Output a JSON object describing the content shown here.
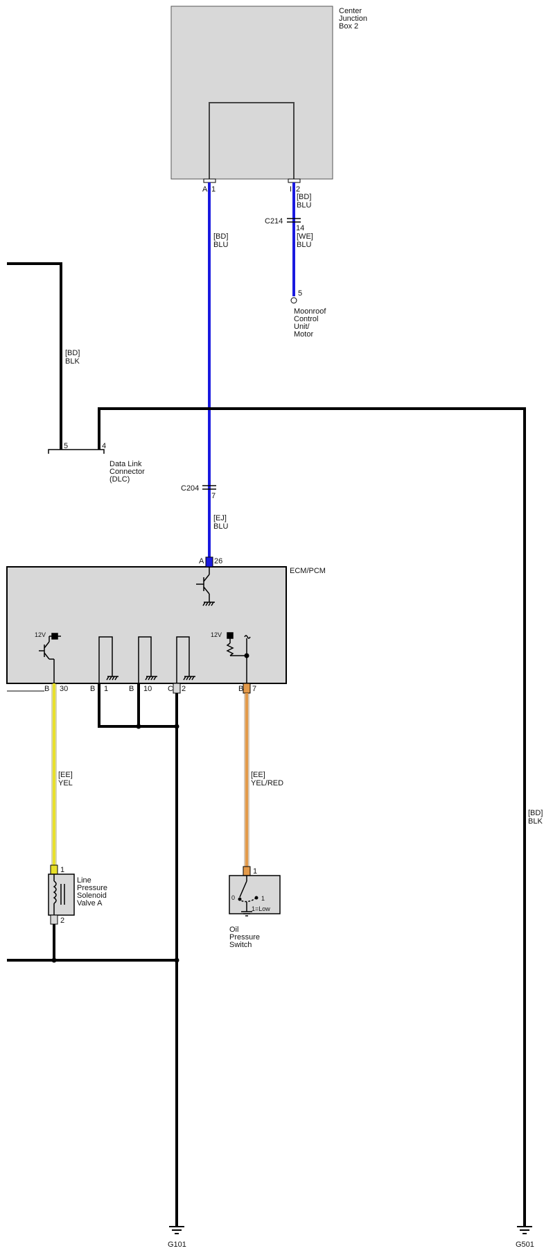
{
  "components": {
    "cjb": [
      "Center",
      "Junction",
      "Box 2"
    ],
    "ecm": "ECM/PCM",
    "dlc": [
      "Data Link",
      "Connector",
      "(DLC)"
    ],
    "moonroof": [
      "Moonroof",
      "Control",
      "Unit/",
      "Motor"
    ],
    "lps": [
      "Line",
      "Pressure",
      "Solenoid",
      "Valve A"
    ],
    "ops": [
      "Oil",
      "Pressure",
      "Switch"
    ]
  },
  "connectors": {
    "c214": "C214",
    "c204": "C204"
  },
  "pins": {
    "cjb_a": "A",
    "cjb_a_num": "1",
    "cjb_i": "I",
    "cjb_i_num": "2",
    "c214_num": "14",
    "moonroof_num": "5",
    "dlc_5": "5",
    "dlc_4": "4",
    "c204_num": "7",
    "ecm_a": "A",
    "ecm_a_num": "26",
    "ecm_b30": "B",
    "ecm_b30_num": "30",
    "ecm_b1": "B",
    "ecm_b1_num": "1",
    "ecm_b10": "B",
    "ecm_b10_num": "10",
    "ecm_c2": "C",
    "ecm_c2_num": "2",
    "ecm_b7": "B",
    "ecm_b7_num": "7",
    "lps_1": "1",
    "lps_2": "2",
    "ops_1": "1",
    "ops_0": "0",
    "ops_1b": "1",
    "ops_low": "1=Low"
  },
  "voltages": {
    "v1": "12V",
    "v2": "12V"
  },
  "wires": {
    "w1": [
      "[BD]",
      "BLU"
    ],
    "w2": [
      "[BD]",
      "BLU"
    ],
    "w3": [
      "[WE]",
      "BLU"
    ],
    "w4": [
      "[BD]",
      "BLK"
    ],
    "w5": [
      "[EJ]",
      "BLU"
    ],
    "w6": [
      "[EE]",
      "YEL"
    ],
    "w7": [
      "[EE]",
      "YEL/RED"
    ],
    "w8": [
      "[BD]",
      "BLK"
    ]
  },
  "grounds": {
    "g101": "G101",
    "g501": "G501"
  },
  "colors": {
    "blue": "#1a1adf",
    "yellow": "#e8e02a",
    "orange": "#e39a4a",
    "box_fill": "#d8d8d8",
    "black": "#000000"
  }
}
